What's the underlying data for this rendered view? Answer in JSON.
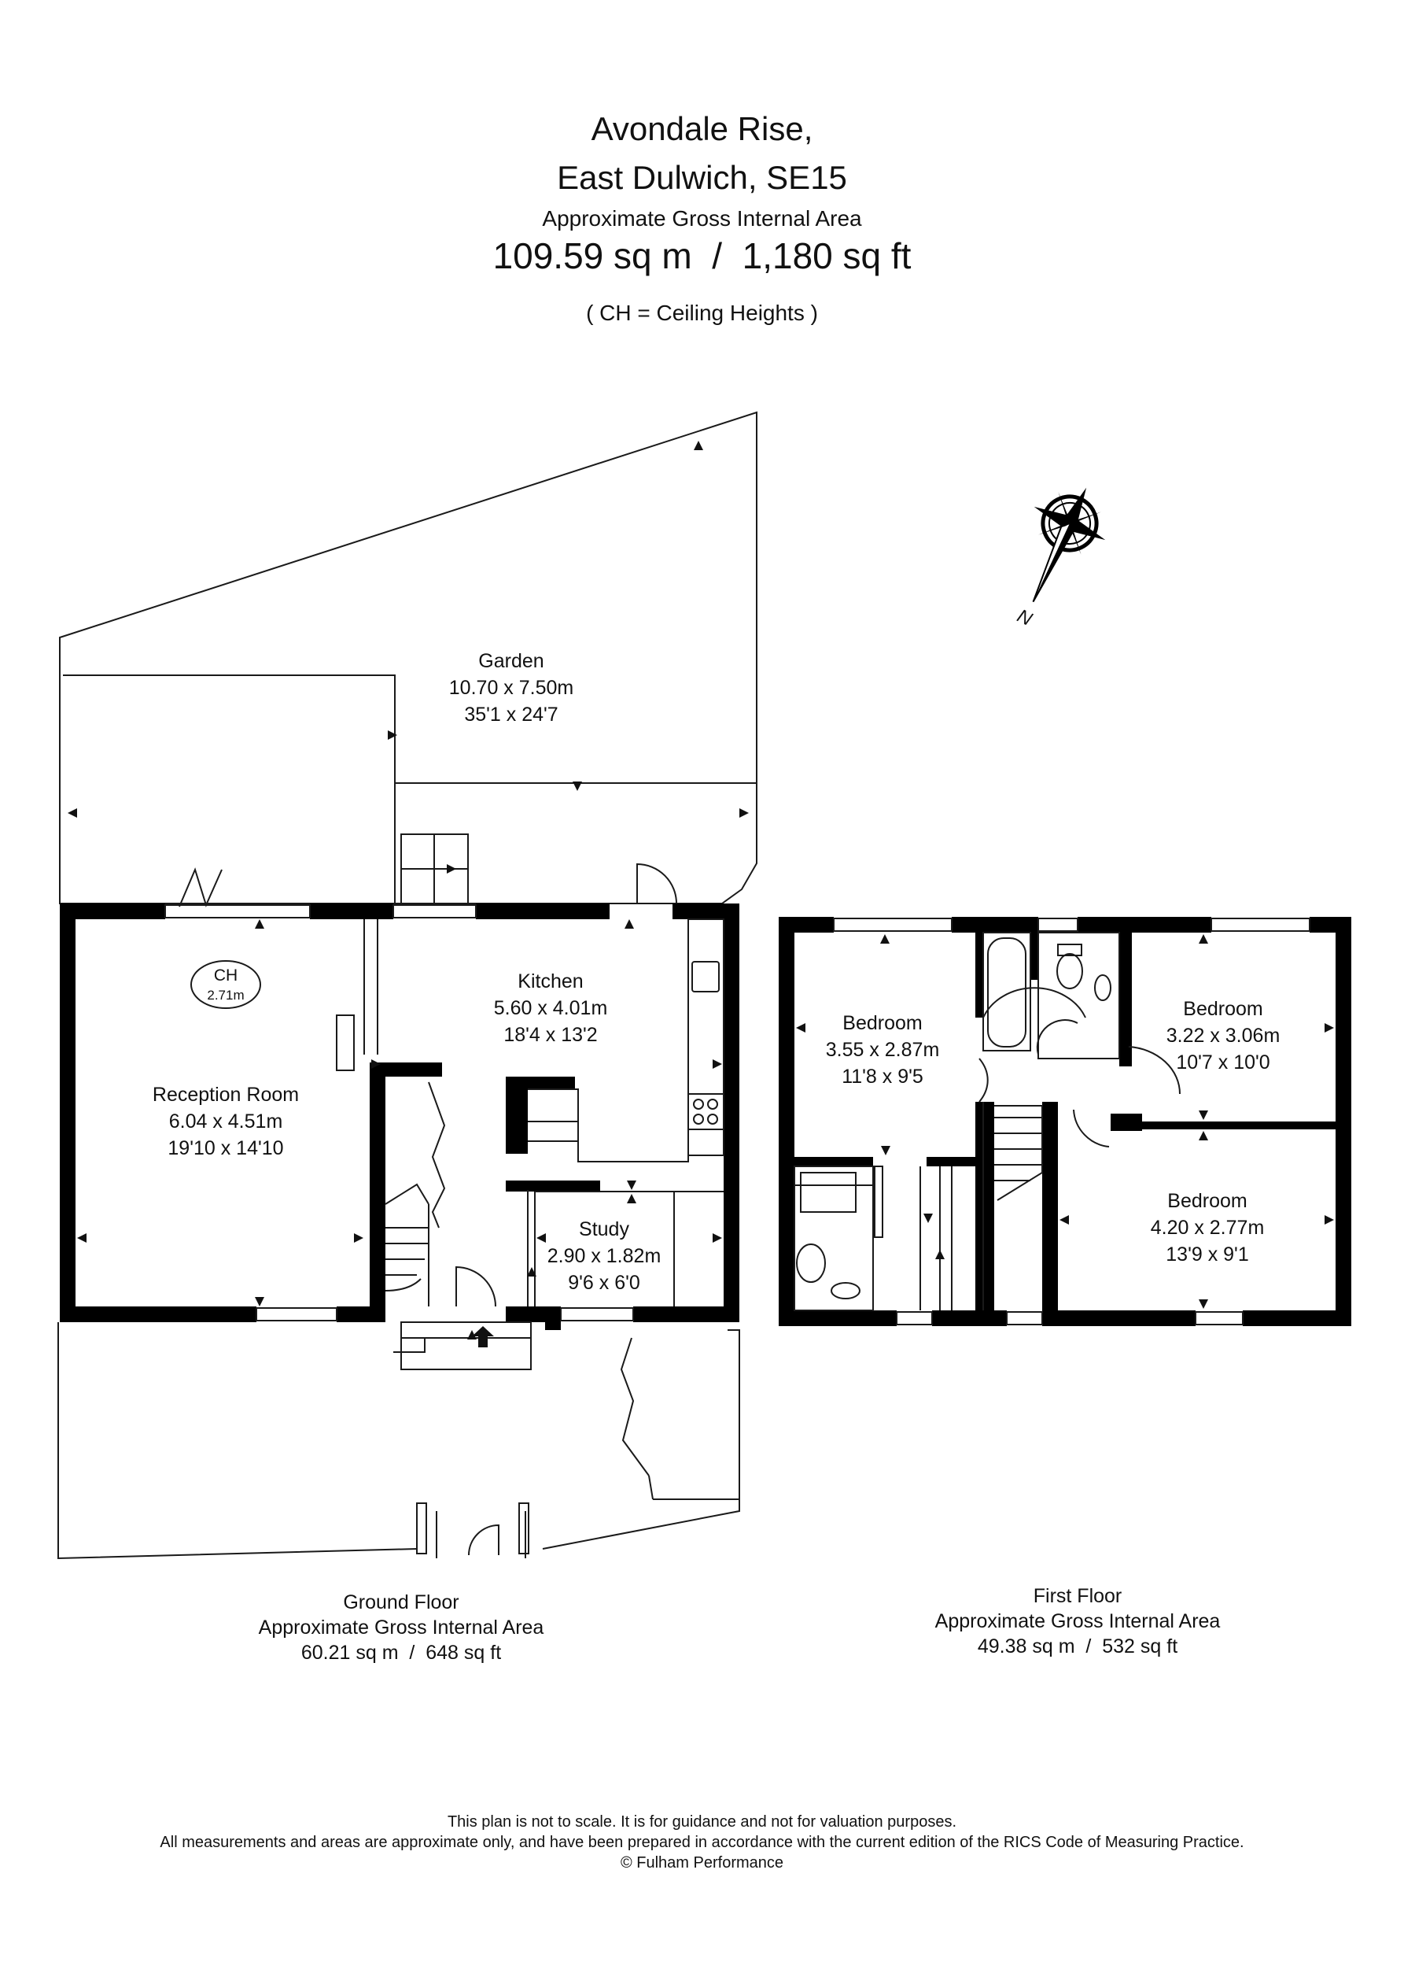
{
  "header": {
    "street": "Avondale Rise,",
    "area": "East Dulwich, SE15",
    "gia_label": "Approximate Gross Internal Area",
    "gia_total": "109.59 sq m  /  1,180 sq ft",
    "legend_note": "( CH = Ceiling Heights )"
  },
  "rooms": {
    "garden": {
      "name": "Garden",
      "metric": "10.70 x 7.50m",
      "imperial": "35'1 x 24'7"
    },
    "reception": {
      "name": "Reception Room",
      "metric": "6.04 x 4.51m",
      "imperial": "19'10 x 14'10"
    },
    "kitchen": {
      "name": "Kitchen",
      "metric": "5.60 x 4.01m",
      "imperial": "18'4 x 13'2"
    },
    "study": {
      "name": "Study",
      "metric": "2.90 x 1.82m",
      "imperial": "9'6 x 6'0"
    },
    "bedroom1": {
      "name": "Bedroom",
      "metric": "3.55 x 2.87m",
      "imperial": "11'8 x 9'5"
    },
    "bedroom2": {
      "name": "Bedroom",
      "metric": "3.22 x 3.06m",
      "imperial": "10'7 x 10'0"
    },
    "bedroom3": {
      "name": "Bedroom",
      "metric": "4.20 x 2.77m",
      "imperial": "13'9 x 9'1"
    }
  },
  "ceiling_marker": {
    "label": "CH",
    "value": "2.71m"
  },
  "compass": {
    "label": "N"
  },
  "floors": {
    "ground": {
      "name": "Ground Floor",
      "gia_label": "Approximate Gross Internal Area",
      "area": "60.21 sq m  /  648 sq ft"
    },
    "first": {
      "name": "First Floor",
      "gia_label": "Approximate Gross Internal Area",
      "area": "49.38 sq m  /  532 sq ft"
    }
  },
  "disclaimer": {
    "line1": "This plan is not to scale. It is for guidance and not for valuation purposes.",
    "line2": "All measurements and areas are approximate only, and have been prepared in accordance with the current edition of the RICS Code of Measuring Practice.",
    "line3": "© Fulham Performance"
  },
  "colors": {
    "wall": "#000000",
    "line": "#1a1a1a",
    "background": "#ffffff"
  }
}
